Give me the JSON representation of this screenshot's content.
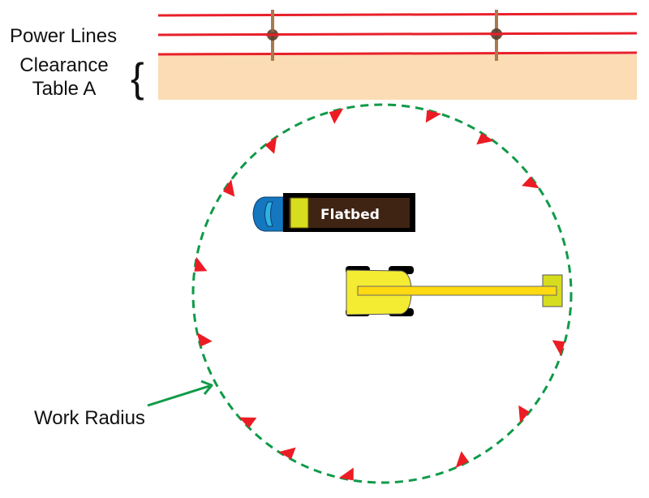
{
  "labels": {
    "power_lines": "Power Lines",
    "clearance_line1": "Clearance",
    "clearance_line2": "Table A",
    "bracket": "{",
    "work_radius": "Work Radius",
    "flatbed": "Flatbed"
  },
  "elements": {
    "power_line_count": 3,
    "pole_count": 2,
    "boundary_marker_count": 14
  },
  "colors": {
    "power_line": "#e8202a",
    "pole": "#a87a4e",
    "insulator": "#5a3e2b",
    "clearance_zone": "#fbdcb4",
    "work_radius": "#0f9a48",
    "marker": "#ec1c24",
    "truck_cab": "#1477bf",
    "truck_window": "#2fb2e6",
    "flatbed_bed": "#3f2414",
    "flatbed_frame": "#000000",
    "flatbed_panel": "#d6dc1e",
    "crane_body": "#f4ec32",
    "crane_boom": "#ffd912",
    "crane_bucket": "#d6dc1e",
    "crane_wheels": "#000000"
  }
}
